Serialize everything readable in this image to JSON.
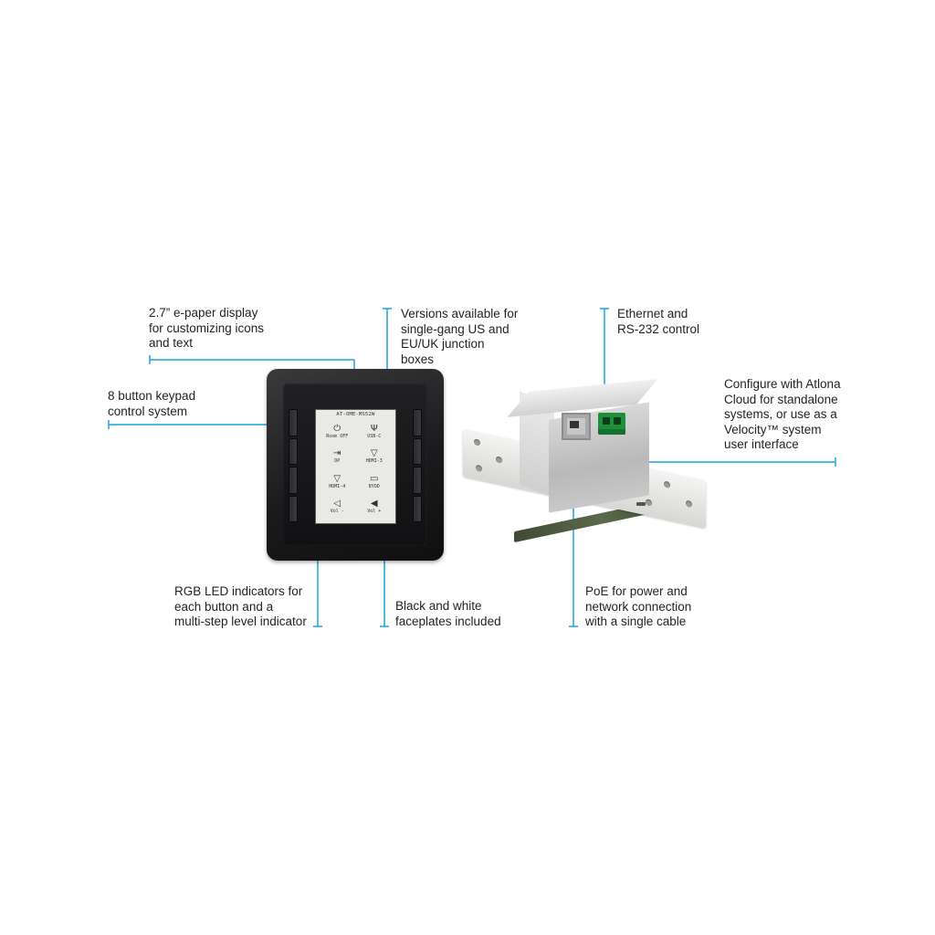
{
  "labels": {
    "epaper": "2.7” e-paper display\nfor customizing icons\nand text",
    "versions": "Versions available for\nsingle-gang US and\nEU/UK junction\nboxes",
    "keypad": "8 button keypad\ncontrol system",
    "rgb": "RGB LED indicators for\neach button and a\nmulti-step level indicator",
    "faceplates": "Black and white\nfaceplates included",
    "ethernet": "Ethernet and\nRS-232 control",
    "configure": "Configure with Atlona\nCloud for standalone\nsystems, or use as a\nVelocity™ system\nuser interface",
    "poe": "PoE for power and\nnetwork connection\nwith a single cable"
  },
  "screen": {
    "model": "AT-OME-MS52W",
    "buttons": [
      {
        "icon": "power-icon",
        "glyph": "⏻",
        "label": "Room OFF"
      },
      {
        "icon": "usb-icon",
        "glyph": "Ψ",
        "label": "USB-C"
      },
      {
        "icon": "input-icon",
        "glyph": "⇥",
        "label": "DP"
      },
      {
        "icon": "hdmi-icon",
        "glyph": "▽",
        "label": "HDMI-3"
      },
      {
        "icon": "hdmi-icon",
        "glyph": "▽",
        "label": "HDMI-4"
      },
      {
        "icon": "laptop-icon",
        "glyph": "▭",
        "label": "BYOD"
      },
      {
        "icon": "volume-down-icon",
        "glyph": "◁",
        "label": "Vol -"
      },
      {
        "icon": "volume-up-icon",
        "glyph": "◀",
        "label": "Vol +"
      }
    ]
  },
  "colors": {
    "accent": "#1aa3de",
    "text": "#231f20",
    "keypad_body": "#1b1b1d",
    "screen": "#e9e9e6",
    "terminal_block": "#1f8f3d"
  }
}
